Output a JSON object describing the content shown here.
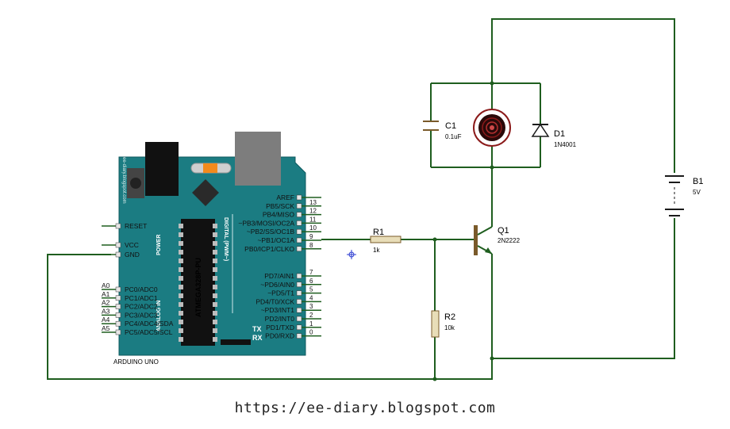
{
  "arduino": {
    "board_name": "ARDUINO UNO",
    "chip": "ATMEGA328P-PU",
    "digital_header": "DIGITAL (PWM~)",
    "power_header": "POWER",
    "analog_header": "ANALOG IN",
    "tx": "TX",
    "rx": "RX",
    "side_text": "ee-diary.blogspot.com",
    "power_pins": [
      "RESET",
      "VCC",
      "GND"
    ],
    "analog_pins": [
      "PC0/ADC0",
      "PC1/ADC1",
      "PC2/ADC2",
      "PC3/ADC3",
      "PC4/ADC4/SDA",
      "PC5/ADC5/SCL"
    ],
    "analog_pin_numbers": [
      "A0",
      "A1",
      "A2",
      "A3",
      "A4",
      "A5"
    ],
    "digital_pins_top": [
      {
        "name": "AREF",
        "num": ""
      },
      {
        "name": "PB5/SCK",
        "num": "13"
      },
      {
        "name": "PB4/MISO",
        "num": "12"
      },
      {
        "name": "~PB3/MOSI/OC2A",
        "num": "11"
      },
      {
        "name": "~PB2/SS/OC1B",
        "num": "10"
      },
      {
        "name": "~PB1/OC1A",
        "num": "9"
      },
      {
        "name": "PB0/ICP1/CLKO",
        "num": "8"
      }
    ],
    "digital_pins_bottom": [
      {
        "name": "PD7/AIN1",
        "num": "7"
      },
      {
        "name": "~PD6/AIN0",
        "num": "6"
      },
      {
        "name": "~PD5/T1",
        "num": "5"
      },
      {
        "name": "PD4/T0/XCK",
        "num": "4"
      },
      {
        "name": "~PD3/INT1",
        "num": "3"
      },
      {
        "name": "PD2/INT0",
        "num": "2"
      },
      {
        "name": "PD1/TXD",
        "num": "1"
      },
      {
        "name": "PD0/RXD",
        "num": "0"
      }
    ]
  },
  "components": {
    "r1": {
      "name": "R1",
      "value": "1k"
    },
    "r2": {
      "name": "R2",
      "value": "10k"
    },
    "q1": {
      "name": "Q1",
      "value": "2N2222"
    },
    "c1": {
      "name": "C1",
      "value": "0.1uF"
    },
    "d1": {
      "name": "D1",
      "value": "1N4001"
    },
    "b1": {
      "name": "B1",
      "value": "5V"
    }
  },
  "colors": {
    "wire": "#1f5e1f",
    "board": "#1b7c82",
    "resistor": "#e8ddb8",
    "motor": "#8b1a1a"
  },
  "footer": {
    "url": "https://ee-diary.blogspot.com"
  }
}
